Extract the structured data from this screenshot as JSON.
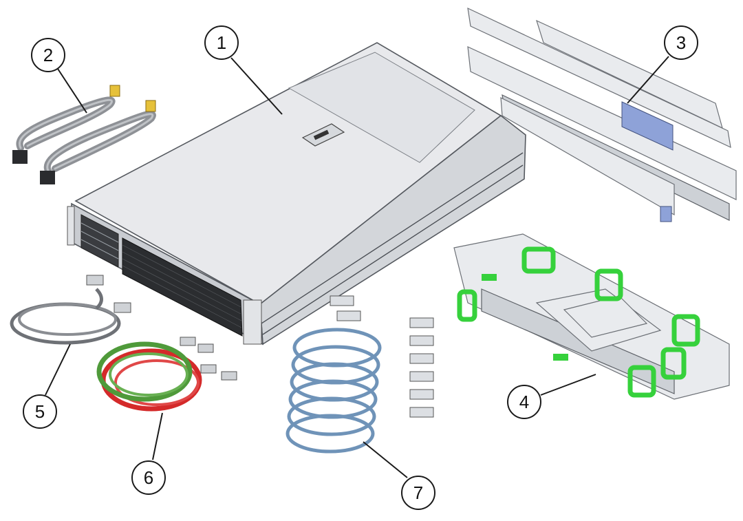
{
  "colors": {
    "chassis_top": "#e8e9ec",
    "chassis_side": "#d3d6da",
    "grille": "#2b2d30",
    "power_cord": "#8e9196",
    "gray_cable": "#6e7176",
    "green_cable": "#4f9a3a",
    "red_cable": "#d42a2a",
    "blue_cable": "#6f93b8",
    "velcro_green": "#36d13c",
    "rail_blue": "#8ea2d8"
  },
  "callouts": [
    {
      "label": "1",
      "name": "callout-1"
    },
    {
      "label": "2",
      "name": "callout-2"
    },
    {
      "label": "3",
      "name": "callout-3"
    },
    {
      "label": "4",
      "name": "callout-4"
    },
    {
      "label": "5",
      "name": "callout-5"
    },
    {
      "label": "6",
      "name": "callout-6"
    },
    {
      "label": "7",
      "name": "callout-7"
    }
  ]
}
